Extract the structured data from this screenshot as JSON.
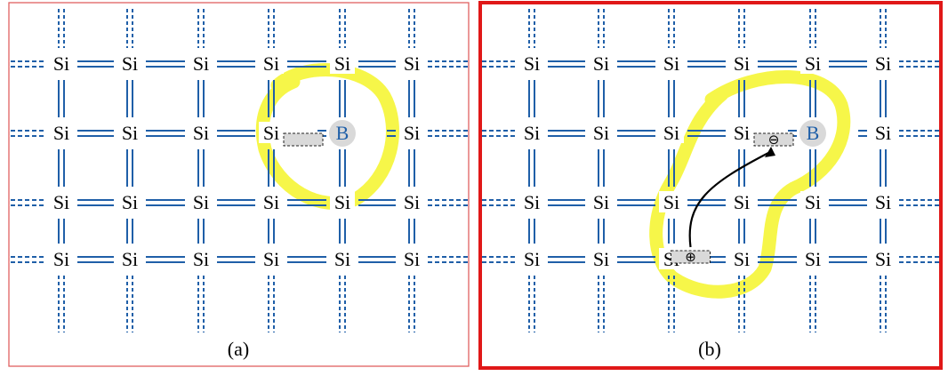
{
  "panels": [
    {
      "id": "a",
      "caption": "(a)",
      "atoms": [
        [
          "Si",
          "Si",
          "Si",
          "Si",
          "Si",
          "Si"
        ],
        [
          "Si",
          "Si",
          "Si",
          "Si",
          "B",
          "Si"
        ],
        [
          "Si",
          "Si",
          "Si",
          "Si",
          "Si",
          "Si"
        ],
        [
          "Si",
          "Si",
          "Si",
          "Si",
          "Si",
          "Si"
        ]
      ],
      "hole_label": "",
      "charge_label": "",
      "has_arrow": false
    },
    {
      "id": "b",
      "caption": "(b)",
      "atoms": [
        [
          "Si",
          "Si",
          "Si",
          "Si",
          "Si",
          "Si"
        ],
        [
          "Si",
          "Si",
          "Si",
          "Si",
          "B",
          "Si"
        ],
        [
          "Si",
          "Si",
          "Si",
          "Si",
          "Si",
          "Si"
        ],
        [
          "Si",
          "Si",
          "Si",
          "Si",
          "Si",
          "Si"
        ]
      ],
      "hole_label": "⊕",
      "charge_label": "⊖",
      "has_arrow": true
    }
  ],
  "colors": {
    "bond": "#1f5fa8",
    "atom_text": "#000000",
    "boron_text": "#1f5fa8",
    "boron_fill": "#d9d9d9",
    "highlight": "#f5f53a",
    "frame_a": "#e06060",
    "frame_b": "#e01818",
    "box_fill": "#d9d9d9",
    "box_stroke": "#222222"
  }
}
